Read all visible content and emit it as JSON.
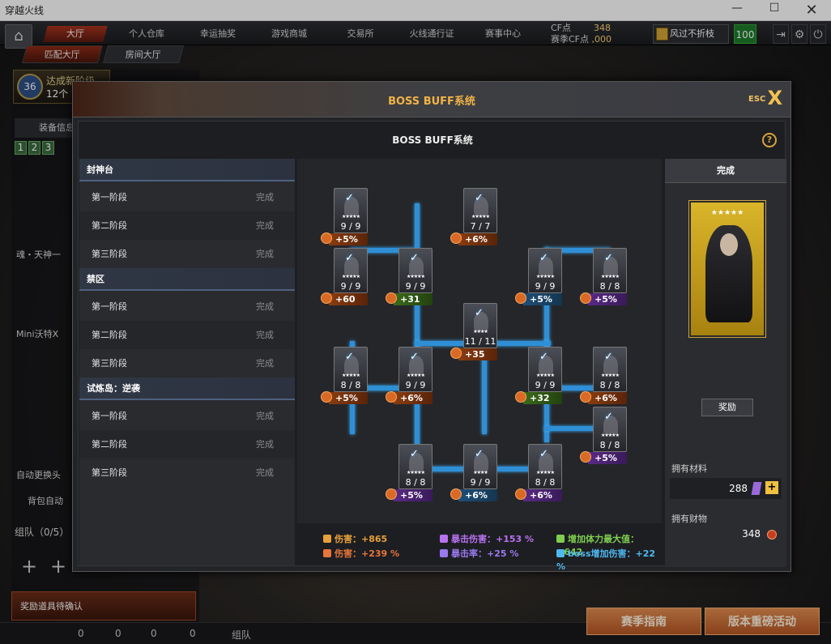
{
  "window": {
    "title": "穿越火线"
  },
  "nav": {
    "tabs": [
      "大厅",
      "个人仓库",
      "幸运抽奖",
      "游戏商城",
      "交易所",
      "火线通行证",
      "赛事中心"
    ],
    "sub": [
      "匹配大厅",
      "房间大厅"
    ]
  },
  "currency": {
    "cf_label": "CF点",
    "cf_value": "348",
    "season_label": "赛季CF点",
    "season_value": ",000"
  },
  "user": {
    "name": "风过不折枝",
    "level": "100"
  },
  "side": {
    "rank_level": "36",
    "rank_title": "达成新阶级",
    "rank_count": "12个",
    "equip_label": "装备信息",
    "slots": [
      "1",
      "2",
      "3"
    ],
    "item1": "魂・天神一",
    "item2": "Mini沃特X",
    "auto_label": "自动更换头",
    "bag": "背包自动",
    "team": "组队（0/5）",
    "reward": "奖励道具待确认"
  },
  "bottom": {
    "team": "组队",
    "counts": [
      "0",
      "0",
      "0",
      "0"
    ]
  },
  "events": {
    "btn1": "赛季指南",
    "btn2": "版本重磅活动"
  },
  "dialog": {
    "title": "BOSS BUFF系统",
    "esc": "ESC",
    "subtitle": "BOSS BUFF系统",
    "groups": [
      {
        "name": "封神台",
        "stages": [
          {
            "n": "第一阶段",
            "s": "完成"
          },
          {
            "n": "第二阶段",
            "s": "完成"
          },
          {
            "n": "第三阶段",
            "s": "完成"
          }
        ]
      },
      {
        "name": "禁区",
        "stages": [
          {
            "n": "第一阶段",
            "s": "完成"
          },
          {
            "n": "第二阶段",
            "s": "完成"
          },
          {
            "n": "第三阶段",
            "s": "完成"
          }
        ]
      },
      {
        "name": "试炼岛：逆袭",
        "stages": [
          {
            "n": "第一阶段",
            "s": "完成"
          },
          {
            "n": "第二阶段",
            "s": "完成"
          },
          {
            "n": "第三阶段",
            "s": "完成"
          }
        ]
      }
    ],
    "nodes": [
      {
        "count": "9 / 9",
        "stars": "★★★★★",
        "buff": "+5%",
        "kind": "or"
      },
      {
        "count": "7 / 7",
        "stars": "★★★★★",
        "buff": "+6%",
        "kind": "or"
      },
      {
        "count": "9 / 9",
        "stars": "★★★★★",
        "buff": "+60",
        "kind": "or"
      },
      {
        "count": "9 / 9",
        "stars": "★★★★★",
        "buff": "+31",
        "kind": "gr"
      },
      {
        "count": "9 / 9",
        "stars": "★★★★★",
        "buff": "+5%",
        "kind": "bl"
      },
      {
        "count": "8 / 8",
        "stars": "★★★★★",
        "buff": "+5%",
        "kind": "pu"
      },
      {
        "count": "11 / 11",
        "stars": "★★★★",
        "buff": "+35",
        "kind": "or"
      },
      {
        "count": "8 / 8",
        "stars": "★★★★★",
        "buff": "+5%",
        "kind": "or"
      },
      {
        "count": "9 / 9",
        "stars": "★★★★★",
        "buff": "+6%",
        "kind": "or"
      },
      {
        "count": "9 / 9",
        "stars": "★★★★★",
        "buff": "+32",
        "kind": "gr"
      },
      {
        "count": "8 / 8",
        "stars": "★★★★★",
        "buff": "+6%",
        "kind": "or"
      },
      {
        "count": "8 / 8",
        "stars": "★★★★★",
        "buff": "+5%",
        "kind": "pu"
      },
      {
        "count": "8 / 8",
        "stars": "★★★★★",
        "buff": "+5%",
        "kind": "pu"
      },
      {
        "count": "9 / 9",
        "stars": "★★★★",
        "buff": "+6%",
        "kind": "bl"
      },
      {
        "count": "8 / 8",
        "stars": "★★★★★",
        "buff": "+6%",
        "kind": "pu"
      }
    ],
    "right": {
      "head": "完成",
      "portrait_stars": "★★★★★",
      "reward_btn": "奖励",
      "mat_label": "拥有材料",
      "mat_value": "288",
      "wealth_label": "拥有财物",
      "wealth_value": "348"
    },
    "summary": [
      {
        "text": "伤害：+865",
        "color": "#e8a13a"
      },
      {
        "text": "伤害：+239 %",
        "color": "#e8763a"
      },
      {
        "text": "暴击伤害：+153 %",
        "color": "#b872f0"
      },
      {
        "text": "暴击率：+25 %",
        "color": "#9a7af0"
      },
      {
        "text": "增加体力最大值：+642",
        "color": "#7fcf4f"
      },
      {
        "text": "boss增加伤害：+22 %",
        "color": "#4fb8ef"
      }
    ]
  }
}
